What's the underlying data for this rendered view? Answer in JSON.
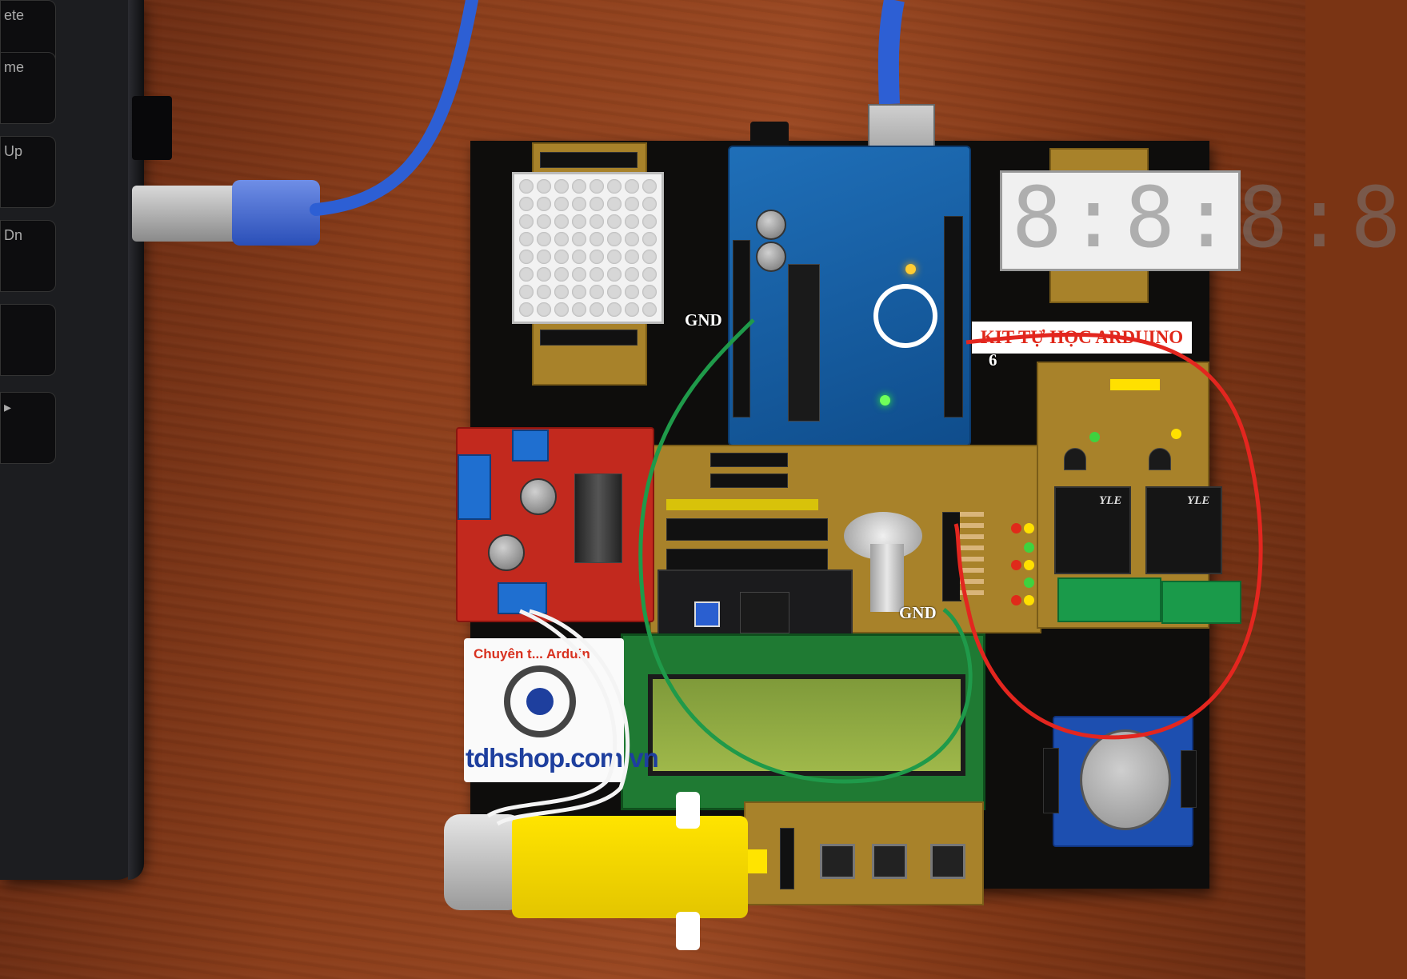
{
  "laptop_keys": [
    "ete",
    "me",
    "Up",
    "Dn",
    "▸"
  ],
  "labels": {
    "kit_title": "KIT TỰ HỌC ARDUINO",
    "gnd_top": "GND",
    "pin_6": "6",
    "gnd_bottom": "GND"
  },
  "sticker": {
    "slogan": "Chuyên t... Arduin",
    "website": "tdhshop.com.vn"
  },
  "seven_segment": {
    "digits": "8:8:8:8"
  },
  "relay_brand": [
    "YLE",
    "YLE"
  ],
  "colors": {
    "wire_green": "#1f9a4a",
    "wire_red": "#e3261f",
    "wire_white": "#f4f4f4",
    "usb_cable": "#2d5fd4",
    "kit_title_text": "#e0281a"
  }
}
